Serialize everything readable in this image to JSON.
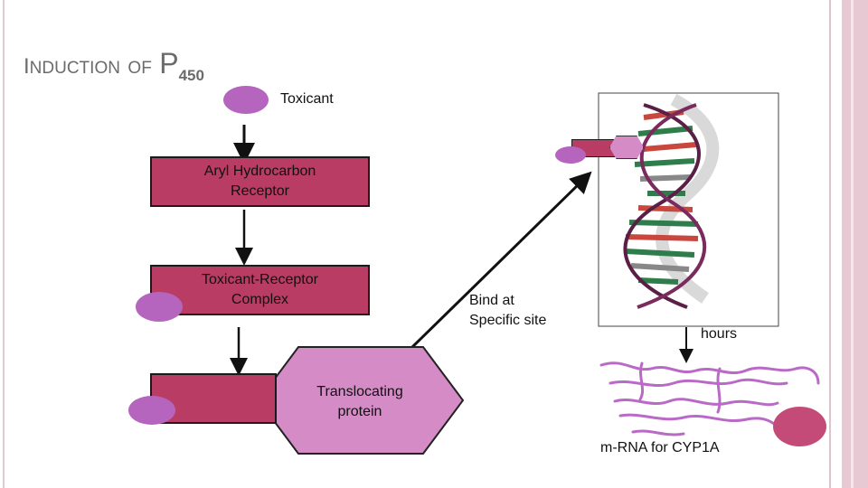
{
  "title": {
    "word1_initial": "I",
    "word1_rest": "NDUCTION",
    "word2_initial": "O",
    "word2_rest": "F",
    "p": "P",
    "sub": "450"
  },
  "labels": {
    "toxicant": "Toxicant",
    "aryl_line1": "Aryl Hydrocarbon",
    "aryl_line2": "Receptor",
    "complex_line1": "Toxicant-Receptor",
    "complex_line2": "Complex",
    "bind_line1": "Bind at",
    "bind_line2": "Specific site",
    "hours": "hours",
    "translocating_line1": "Translocating",
    "translocating_line2": "protein",
    "mrna": "m-RNA for CYP1A"
  },
  "colors": {
    "receptor": "#b83c64",
    "toxicant": "#b565be",
    "translocator": "#d48bc6",
    "mrna": "#b96ac6",
    "title": "#6b6b6b",
    "frame": "#d8b4c2"
  }
}
